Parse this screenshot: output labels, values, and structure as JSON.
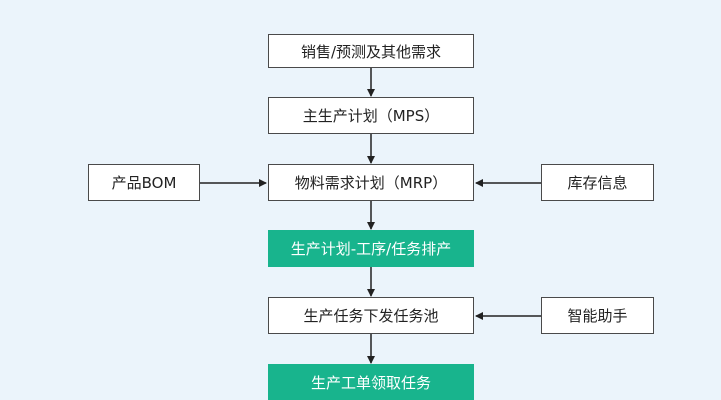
{
  "nodes": {
    "sales_forecast": "销售/预测及其他需求",
    "mps": "主生产计划（MPS）",
    "mrp": "物料需求计划（MRP）",
    "product_bom": "产品BOM",
    "inventory_info": "库存信息",
    "scheduling": "生产计划-工序/任务排产",
    "task_pool": "生产任务下发任务池",
    "smart_assistant": "智能助手",
    "work_order": "生产工单领取任务"
  },
  "colors": {
    "background": "#ebf4fb",
    "highlight": "#18b48d",
    "border": "#4a4a4a",
    "arrow": "#222222"
  }
}
